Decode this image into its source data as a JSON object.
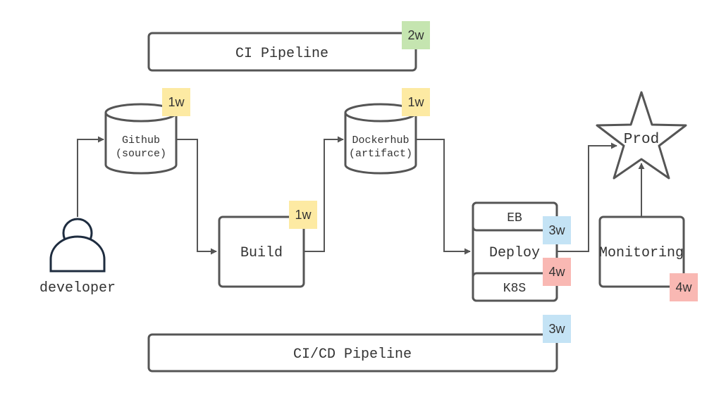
{
  "colors": {
    "stroke": "#555555",
    "text": "#333333",
    "note_green": "#c5e5b0",
    "note_yellow": "#fdeaa3",
    "note_blue": "#c4e3f5",
    "note_red": "#f9b8b3"
  },
  "pipelines": {
    "ci_label": "CI Pipeline",
    "cicd_label": "CI/CD Pipeline"
  },
  "nodes": {
    "developer": "developer",
    "github_line1": "Github",
    "github_line2": "(source)",
    "build": "Build",
    "dockerhub_line1": "Dockerhub",
    "dockerhub_line2": "(artifact)",
    "eb": "EB",
    "deploy": "Deploy",
    "k8s": "K8S",
    "prod": "Prod",
    "monitoring": "Monitoring"
  },
  "estimates": {
    "ci_pipeline": "2w",
    "github": "1w",
    "build": "1w",
    "dockerhub": "1w",
    "eb": "3w",
    "k8s": "4w",
    "monitoring": "4w",
    "cicd_pipeline": "3w"
  }
}
